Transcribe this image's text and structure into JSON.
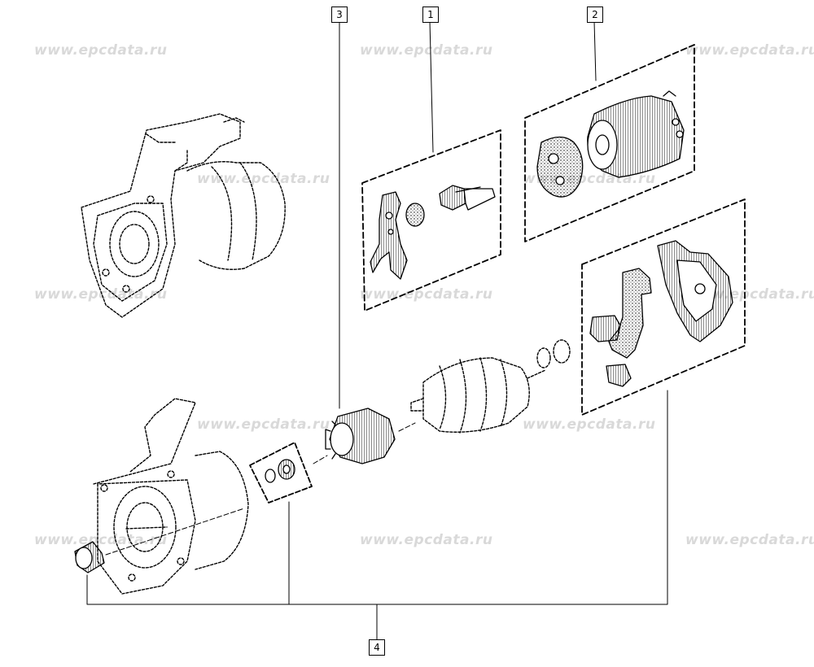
{
  "watermark": "www.epcdata.ru",
  "callouts": [
    "1",
    "2",
    "3",
    "4"
  ],
  "colors": {
    "line": "#000000",
    "watermark": "#d9d9d9",
    "background": "#ffffff"
  }
}
